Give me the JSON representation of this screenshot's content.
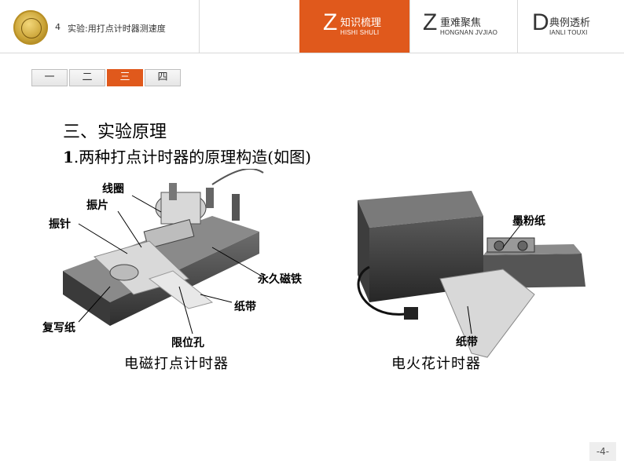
{
  "header": {
    "lesson_number": "4",
    "lesson_title": "实验:用打点计时器测速度",
    "nav": [
      {
        "letter": "Z",
        "cn": "知识梳理",
        "pinyin": "HISHI SHULI",
        "active": true
      },
      {
        "letter": "Z",
        "cn": "重难聚焦",
        "pinyin": "HONGNAN JVJIAO",
        "active": false
      },
      {
        "letter": "D",
        "cn": "典例透析",
        "pinyin": "IANLI TOUXI",
        "active": false
      }
    ]
  },
  "section_tabs": [
    "一",
    "二",
    "三",
    "四"
  ],
  "active_section_tab": 2,
  "content": {
    "heading": "三、实验原理",
    "subheading_num": "1",
    "subheading_text": ".两种打点计时器的原理构造(如图)"
  },
  "figure": {
    "left": {
      "caption": "电磁打点计时器",
      "labels": {
        "coil": "线圈",
        "reed": "振片",
        "needle": "振针",
        "magnet": "永久磁铁",
        "tape": "纸带",
        "carbon": "复写纸",
        "limit_hole": "限位孔"
      }
    },
    "right": {
      "caption": "电火花计时器",
      "labels": {
        "ink_paper": "墨粉纸",
        "tape": "纸带"
      }
    }
  },
  "page_number": "-4-",
  "colors": {
    "accent": "#e0591c"
  }
}
